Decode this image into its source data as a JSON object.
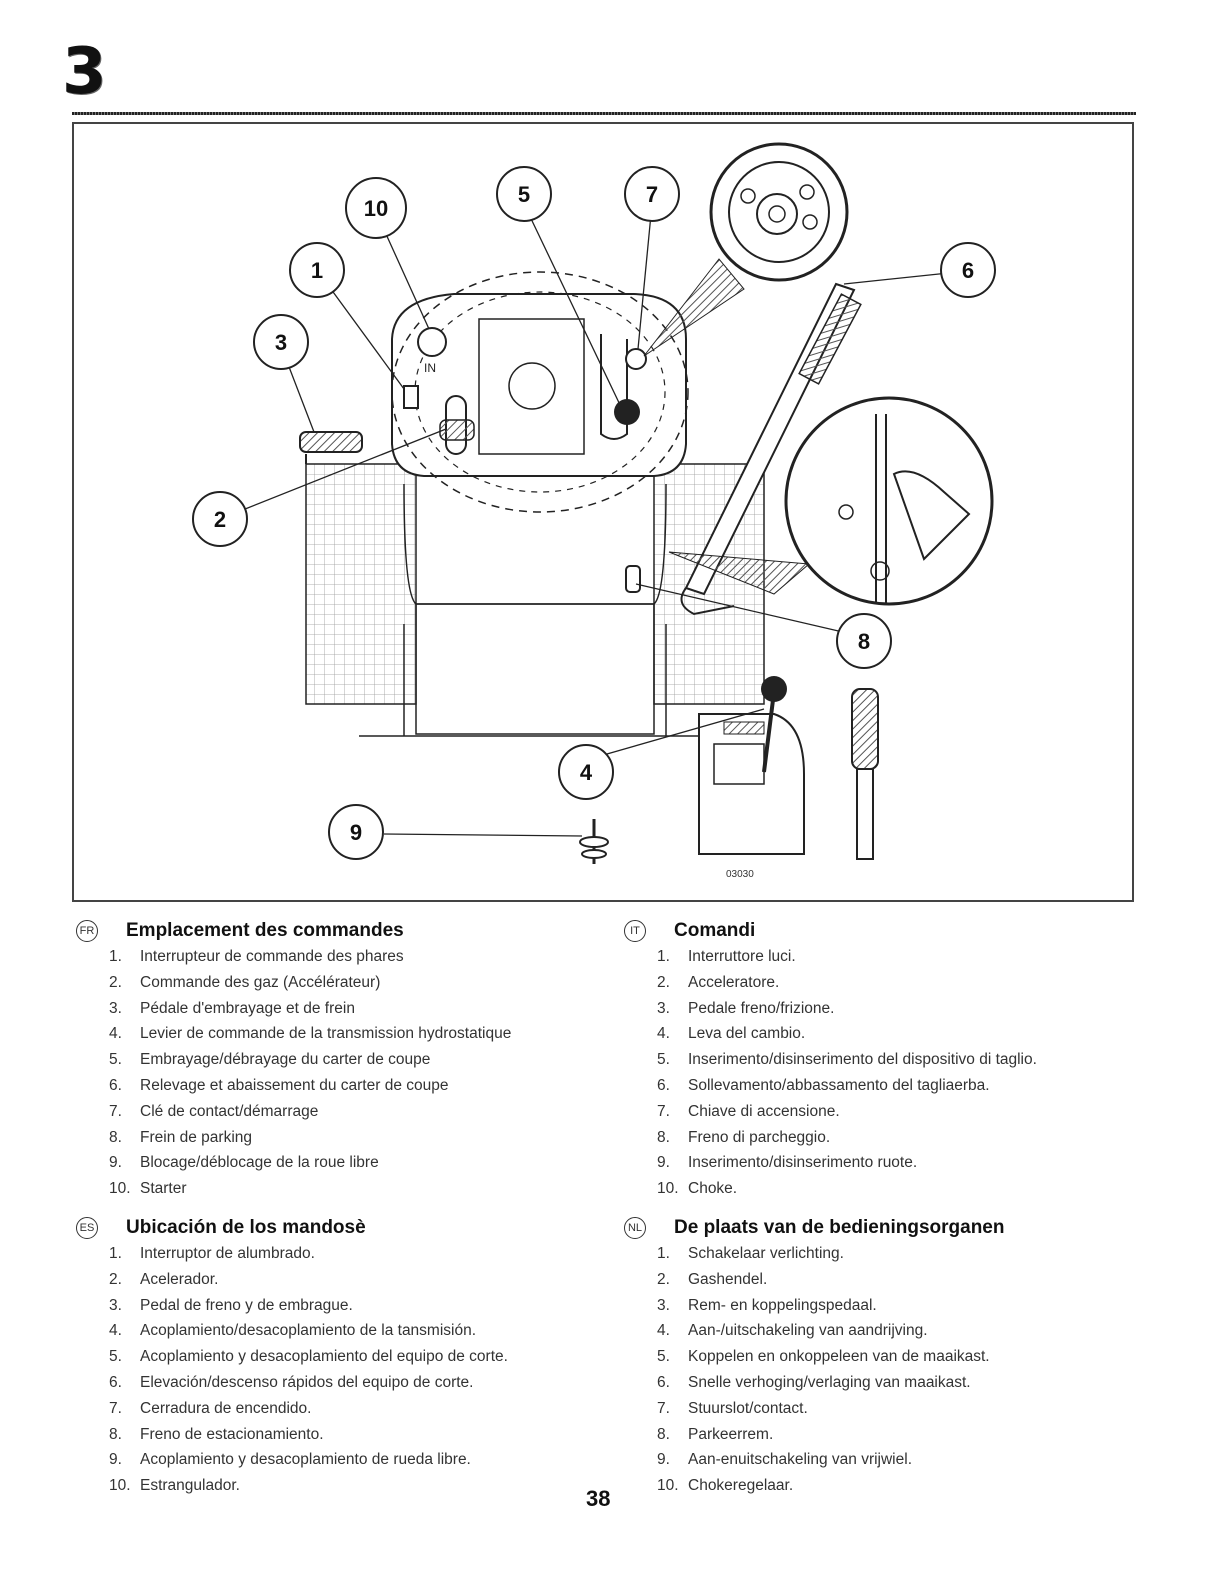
{
  "page": {
    "chapter": "3",
    "page_number": "38",
    "figure_code": "03030"
  },
  "figure": {
    "callouts": [
      "1",
      "2",
      "3",
      "4",
      "5",
      "6",
      "7",
      "8",
      "9",
      "10"
    ]
  },
  "sections": [
    {
      "lang": "FR",
      "title": "Emplacement des commandes",
      "items": [
        {
          "num": "1.",
          "text": "Interrupteur de commande des phares"
        },
        {
          "num": "2.",
          "text": "Commande des gaz (Accélérateur)"
        },
        {
          "num": "3.",
          "text": "Pédale d'embrayage et de frein"
        },
        {
          "num": "4.",
          "text": "Levier de commande de la transmission hydrostatique"
        },
        {
          "num": "5.",
          "text": "Embrayage/débrayage du carter de coupe"
        },
        {
          "num": "6.",
          "text": "Relevage et abaissement du carter de coupe"
        },
        {
          "num": "7.",
          "text": "Clé de contact/démarrage"
        },
        {
          "num": "8.",
          "text": "Frein de parking"
        },
        {
          "num": "9.",
          "text": "Blocage/déblocage de la roue libre"
        },
        {
          "num": "10.",
          "text": "Starter"
        }
      ]
    },
    {
      "lang": "IT",
      "title": "Comandi",
      "items": [
        {
          "num": "1.",
          "text": "Interruttore luci."
        },
        {
          "num": "2.",
          "text": "Acceleratore."
        },
        {
          "num": "3.",
          "text": "Pedale freno/frizione."
        },
        {
          "num": "4.",
          "text": "Leva del cambio."
        },
        {
          "num": "5.",
          "text": "Inserimento/disinserimento del dispositivo di taglio."
        },
        {
          "num": "6.",
          "text": "Sollevamento/abbassamento del tagliaerba."
        },
        {
          "num": "7.",
          "text": "Chiave di accensione."
        },
        {
          "num": "8.",
          "text": "Freno di parcheggio."
        },
        {
          "num": "9.",
          "text": "Inserimento/disinserimento ruote."
        },
        {
          "num": "10.",
          "text": "Choke."
        }
      ]
    },
    {
      "lang": "ES",
      "title": "Ubicación de los mandosè",
      "items": [
        {
          "num": "1.",
          "text": "Interruptor de alumbrado."
        },
        {
          "num": "2.",
          "text": "Acelerador."
        },
        {
          "num": "3.",
          "text": "Pedal de freno y de embrague."
        },
        {
          "num": "4.",
          "text": "Acoplamiento/desacoplamiento de la tansmisión."
        },
        {
          "num": "5.",
          "text": "Acoplamiento y desacoplamiento del equipo de corte."
        },
        {
          "num": "6.",
          "text": "Elevación/descenso rápidos del equipo de corte."
        },
        {
          "num": "7.",
          "text": "Cerradura de encendido."
        },
        {
          "num": "8.",
          "text": "Freno de estacionamiento."
        },
        {
          "num": "9.",
          "text": "Acoplamiento y desacoplamiento de rueda libre."
        },
        {
          "num": "10.",
          "text": "Estrangulador."
        }
      ]
    },
    {
      "lang": "NL",
      "title": "De plaats van de bedieningsorganen",
      "items": [
        {
          "num": "1.",
          "text": "Schakelaar verlichting."
        },
        {
          "num": "2.",
          "text": "Gashendel."
        },
        {
          "num": "3.",
          "text": "Rem- en koppelingspedaal."
        },
        {
          "num": "4.",
          "text": "Aan-/uitschakeling van aandrijving."
        },
        {
          "num": "5.",
          "text": "Koppelen en onkoppeleen van de maaikast."
        },
        {
          "num": "6.",
          "text": "Snelle verhoging/verlaging van maaikast."
        },
        {
          "num": "7.",
          "text": "Stuurslot/contact."
        },
        {
          "num": "8.",
          "text": "Parkeerrem."
        },
        {
          "num": "9.",
          "text": "Aan-enuitschakeling van vrijwiel."
        },
        {
          "num": "10.",
          "text": "Chokeregelaar."
        }
      ]
    }
  ]
}
